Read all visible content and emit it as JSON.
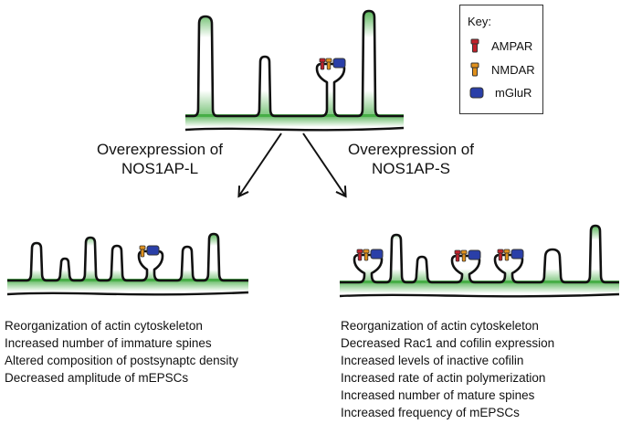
{
  "key": {
    "title": "Key:",
    "items": [
      {
        "label": "AMPAR",
        "color": "#c0202a"
      },
      {
        "label": "NMDAR",
        "color": "#e0901c"
      },
      {
        "label": "mGluR",
        "color": "#2a3fa8"
      }
    ]
  },
  "branches": {
    "left": {
      "heading_line1": "Overexpression of",
      "heading_line2": "NOS1AP-L"
    },
    "right": {
      "heading_line1": "Overexpression of",
      "heading_line2": "NOS1AP-S"
    }
  },
  "effects_left": [
    "Reorganization of actin cytoskeleton",
    "Increased number of immature spines",
    "Altered composition of postsynaptc density",
    "Decreased amplitude of mEPSCs"
  ],
  "effects_right": [
    "Reorganization of actin cytoskeleton",
    "Decreased Rac1 and cofilin expression",
    "Increased levels of inactive cofilin",
    "Increased rate of actin polymerization",
    "Increased number of mature spines",
    "Increased frequency of mEPSCs"
  ],
  "colors": {
    "spine_fill": "#3aa83a",
    "outline": "#111111"
  }
}
